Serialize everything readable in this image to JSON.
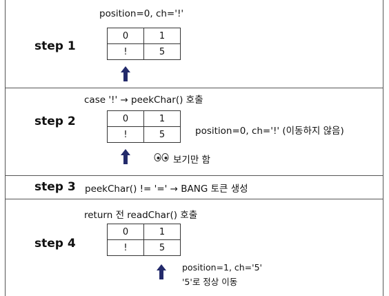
{
  "step1": {
    "label": "step 1",
    "caption": "position=0, ch='!'",
    "table": [
      [
        "0",
        "1"
      ],
      [
        "!",
        "5"
      ]
    ]
  },
  "step2": {
    "label": "step 2",
    "caption": "case '!' → peekChar() 호출",
    "table": [
      [
        "0",
        "1"
      ],
      [
        "!",
        "5"
      ]
    ],
    "side_note": "position=0, ch='!' (이동하지 않음)",
    "eyes_icon": "eyes-icon",
    "peek_note": "보기만 함"
  },
  "step3": {
    "label": "step 3",
    "caption": "peekChar() != '=' → BANG 토큰 생성"
  },
  "step4": {
    "label": "step 4",
    "caption": "return 전 readChar() 호출",
    "table": [
      [
        "0",
        "1"
      ],
      [
        "!",
        "5"
      ]
    ],
    "note_line1": "position=1, ch='5'",
    "note_line2": "'5'로 정상 이동"
  },
  "colors": {
    "arrow": "#232a6b",
    "border": "#555555"
  },
  "icons": {
    "pointer": "up-arrow-icon",
    "eyes": "eyes-icon"
  }
}
